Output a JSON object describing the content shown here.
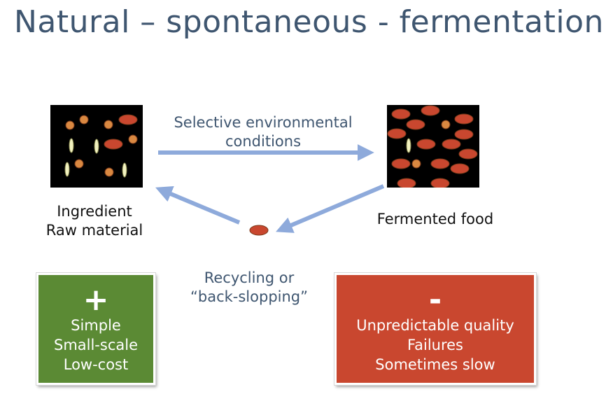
{
  "title": "Natural – spontaneous - fermentation",
  "left_label": {
    "line1": "Ingredient",
    "line2": "Raw material"
  },
  "right_label": "Fermented food",
  "top_arrow_label": {
    "line1": "Selective environmental",
    "line2": "conditions"
  },
  "bottom_label": {
    "line1": "Recycling or",
    "line2": "“back-slopping”"
  },
  "plus_card": {
    "sign": "+",
    "lines": [
      "Simple",
      "Small-scale",
      "Low-cost"
    ]
  },
  "minus_card": {
    "sign": "-",
    "lines": [
      "Unpredictable quality",
      "Failures",
      "Sometimes slow"
    ]
  },
  "colors": {
    "title": "#3f5670",
    "arrow": "#8eaadb",
    "microbe_red": "#c9472f",
    "microbe_orange": "#d98841",
    "microbe_yeast": "#f2f2c0",
    "plus_card": "#5b8a34",
    "minus_card": "#c9472f"
  }
}
